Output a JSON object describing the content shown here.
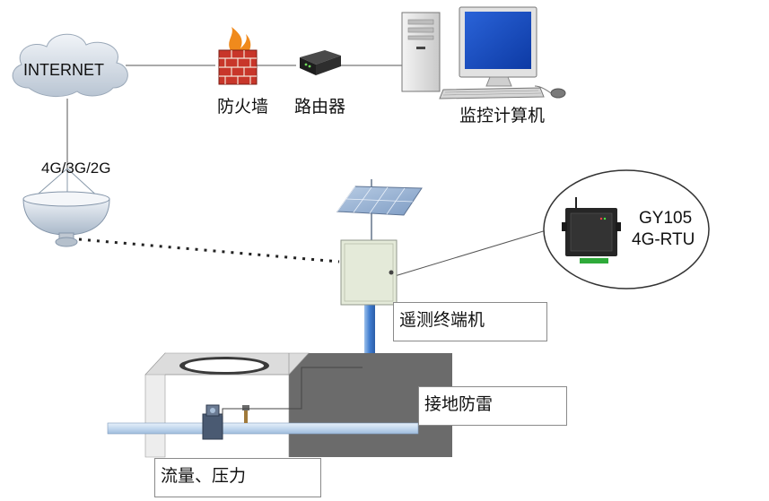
{
  "labels": {
    "internet": "INTERNET",
    "firewall": "防火墙",
    "router": "路由器",
    "monitor_pc": "监控计算机",
    "wireless": "4G/3G/2G",
    "device_model": "GY105",
    "device_type": "4G-RTU",
    "terminal": "遥测终端机",
    "grounding": "接地防雷",
    "flow_pressure": "流量、压力"
  },
  "icons": {
    "cloud": "cloud-icon",
    "firewall": "firewall-icon",
    "router": "router-icon",
    "computer": "computer-icon",
    "antenna": "satellite-dish-icon",
    "solar_panel": "solar-panel-icon",
    "cabinet": "terminal-cabinet-icon",
    "rtu": "rtu-device-icon",
    "well": "well-chamber-icon",
    "flow_meter": "flow-meter-icon",
    "pressure_sensor": "pressure-sensor-icon"
  },
  "colors": {
    "line": "#555555",
    "cloud": "#d4dde8",
    "pipe": "#c8dcef",
    "pole": "#4a86d4",
    "cabinet": "#e4ead9",
    "well_dark": "#6b6b6b",
    "brick": "#c8362a"
  }
}
